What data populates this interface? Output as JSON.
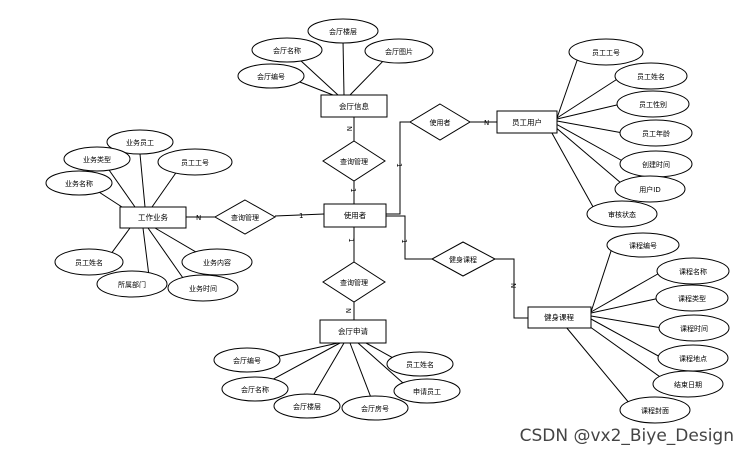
{
  "entities": {
    "user": "使用者",
    "hall_info": "会厅信息",
    "employee_user": "员工用户",
    "work_business": "工作业务",
    "hall_apply": "会厅申请",
    "fitness_course": "健身课程"
  },
  "relationships": {
    "top": "查询管理",
    "left": "查询管理",
    "bottom": "查询管理",
    "right_upper": "使用者",
    "right_lower": "健身课程"
  },
  "attributes": {
    "hall_info": [
      "会厅楼层",
      "会厅名称",
      "会厅图片",
      "会厅编号"
    ],
    "employee_user": [
      "员工工号",
      "员工姓名",
      "员工性别",
      "员工年龄",
      "创建时间",
      "用户ID",
      "审核状态"
    ],
    "work_business": [
      "业务员工",
      "业务类型",
      "员工工号",
      "业务名称",
      "员工姓名",
      "业务内容",
      "所属部门",
      "业务时间"
    ],
    "hall_apply": [
      "会厅编号",
      "员工姓名",
      "会厅名称",
      "申请员工",
      "会厅楼层",
      "会厅房号"
    ],
    "fitness_course": [
      "课程编号",
      "课程名称",
      "课程类型",
      "课程时间",
      "课程地点",
      "结束日期",
      "课程封面"
    ]
  },
  "cardinality": {
    "one": "1",
    "many": "N"
  },
  "watermark": "CSDN @vx2_Biye_Design"
}
